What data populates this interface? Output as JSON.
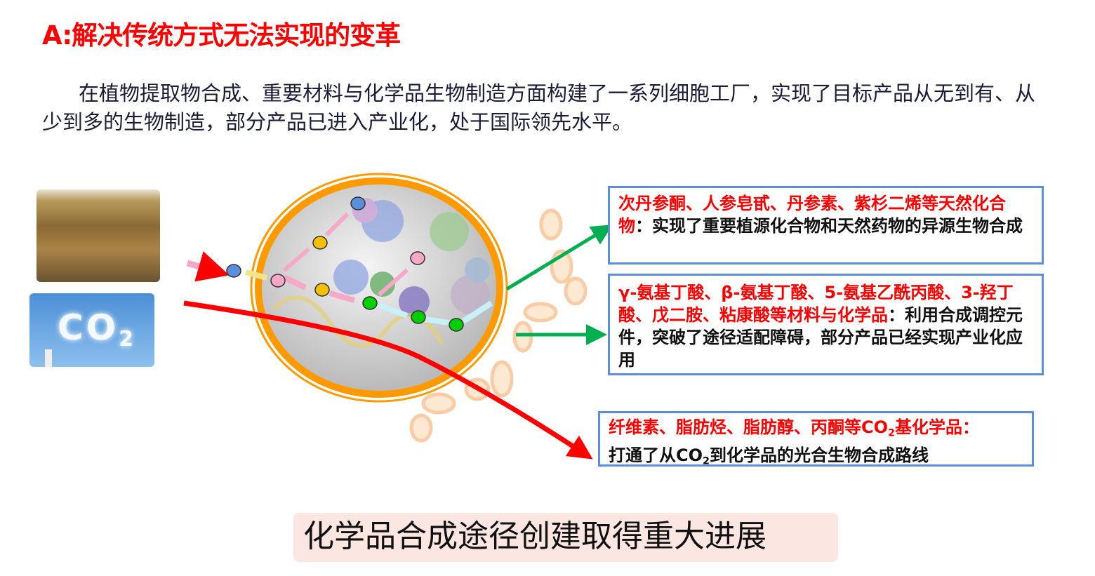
{
  "title": "A:解决传统方式无法实现的变革",
  "paragraph": "在植物提取物合成、重要材料与化学品生物制造方面构建了一系列细胞工厂，实现了目标产品从无到有、从少到多的生物制造，部分产品已进入产业化，处于国际领先水平。",
  "images": {
    "co2_label": "CO",
    "co2_sub": "2"
  },
  "boxes": [
    {
      "highlight": "次丹参酮、人参皂甙、丹参素、紫杉二烯等天然化合物",
      "text": "：实现了重要植源化合物和天然药物的异源生物合成"
    },
    {
      "highlight": "γ-氨基丁酸、β-氨基丁酸、5-氨基乙酰丙酸、3-羟丁酸、戊二胺、粘康酸等材料与化学品",
      "text": "：利用合成调控元件，突破了途径适配障碍，部分产品已经实现产业化应用"
    },
    {
      "highlight_a": "纤维素、脂肪烃、脂肪醇、丙酮等CO",
      "highlight_sub": "2",
      "highlight_b": "基化学品：",
      "text_a": "打通了从CO",
      "text_sub": "2",
      "text_b": "到化学品的光合生物合成路线"
    }
  ],
  "banner": "化学品合成途径创建取得重大进展",
  "colors": {
    "title": "#ff0000",
    "box_border": "#5b8fde",
    "cell_wall": "#ff9900",
    "green_arrow": "#00b050",
    "red_arrow": "#ff0000",
    "banner_bg": "#fce6e2"
  }
}
